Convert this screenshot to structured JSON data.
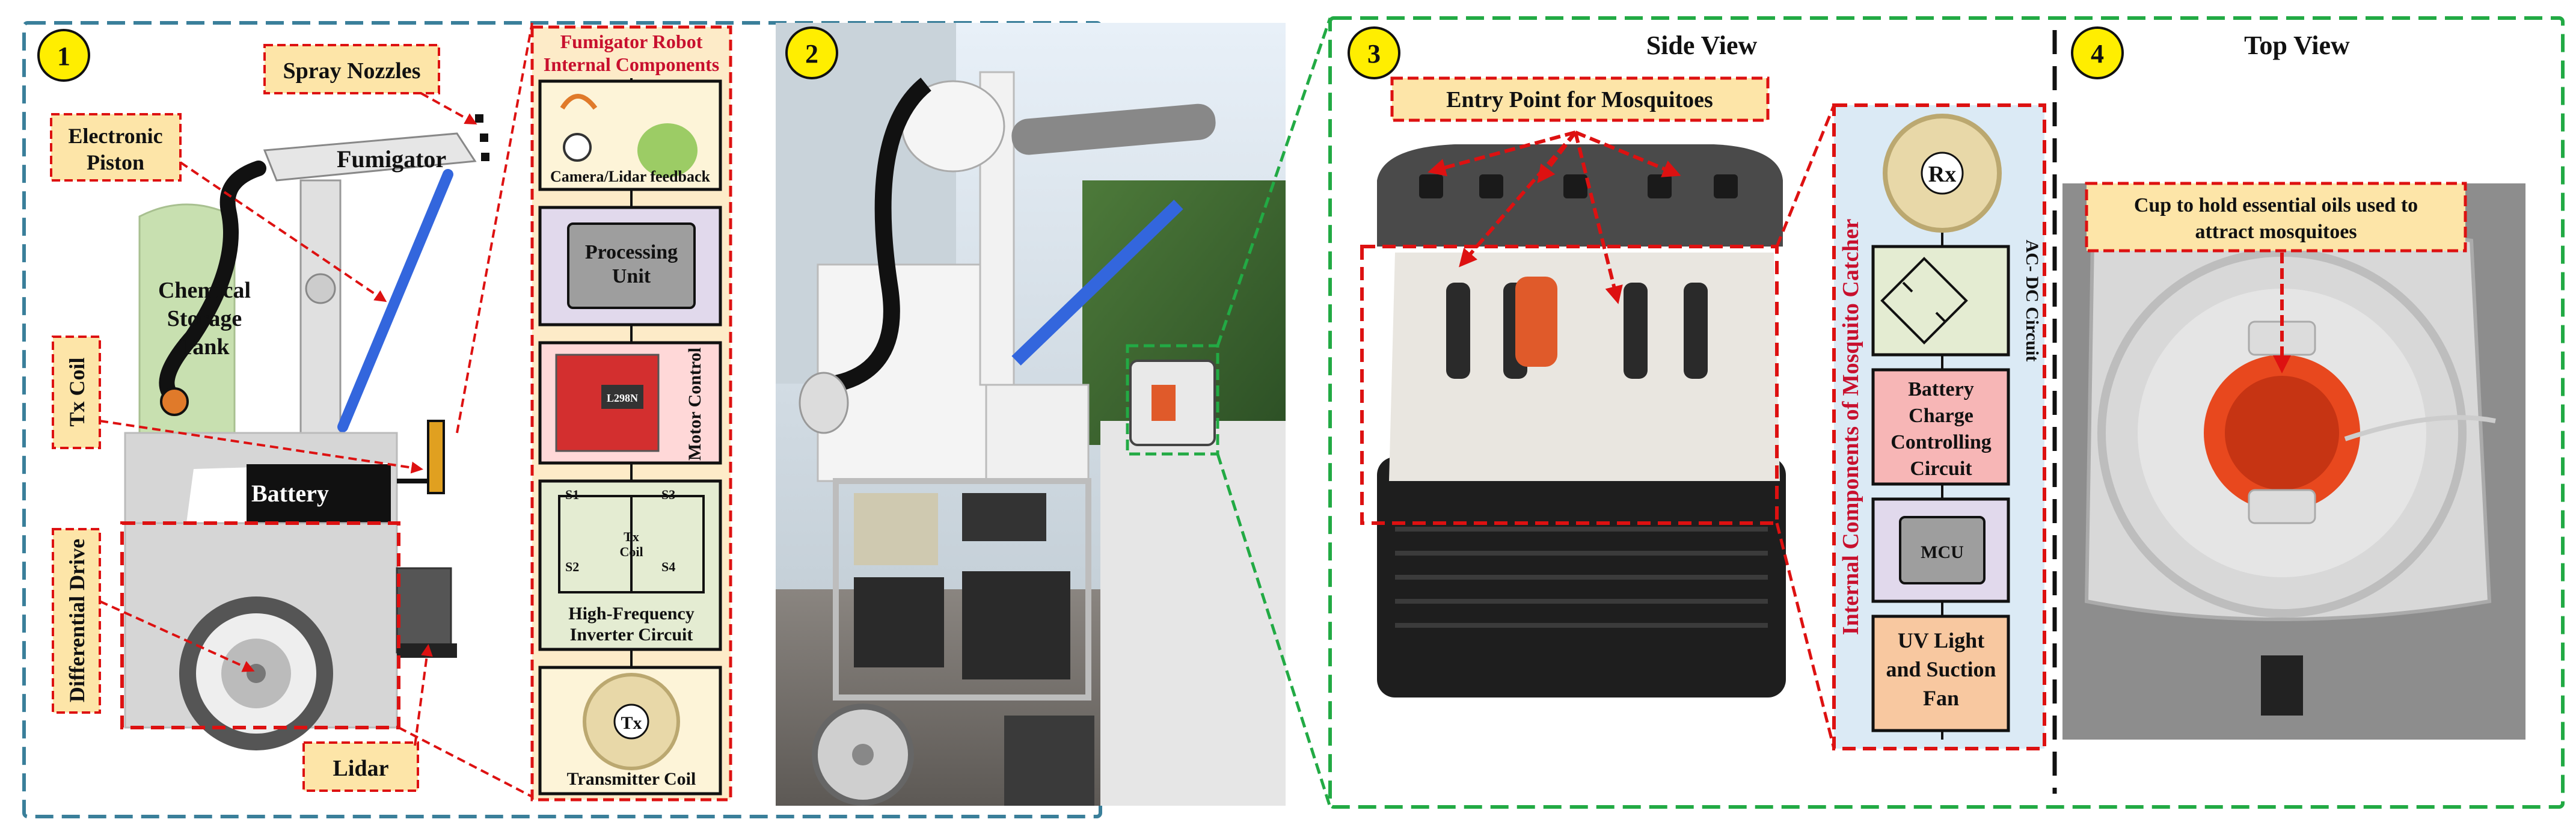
{
  "panel1": {
    "badge": "1",
    "labels": {
      "spray_nozzles": "Spray Nozzles",
      "electronic_piston_line1": "Electronic",
      "electronic_piston_line2": "Piston",
      "fumigator": "Fumigator",
      "chemical_line1": "Chemical",
      "chemical_line2": "Storage",
      "chemical_line3": "Tank",
      "tx_coil": "Tx Coil",
      "battery": "Battery",
      "differential_drive": "Differential Drive",
      "lidar": "Lidar"
    },
    "components_panel": {
      "title_line1": "Fumigator Robot",
      "title_line2": "Internal Components",
      "camera": "Camera/Lidar feedback",
      "processing_line1": "Processing",
      "processing_line2": "Unit",
      "motor_control": "Motor Control",
      "driver_chip": "L298N",
      "inverter_line1": "High-Frequency",
      "inverter_line2": "Inverter Circuit",
      "tx_coil_inner_line1": "Tx",
      "tx_coil_inner_line2": "Coil",
      "switch_labels": [
        "S1",
        "S3",
        "S2",
        "S4"
      ],
      "tx_disc": "Tx",
      "transmitter_coil": "Transmitter Coil"
    }
  },
  "panel2": {
    "badge": "2"
  },
  "panel3": {
    "badge": "3",
    "view_title": "Side View",
    "entry_point": "Entry Point for Mosquitoes",
    "internal_title": "Internal Components of Mosquito Catcher",
    "rx_disc": "Rx",
    "acdc": "AC- DC Circuit",
    "battery_line1": "Battery",
    "battery_line2": "Charge",
    "battery_line3": "Controlling",
    "battery_line4": "Circuit",
    "mcu": "MCU",
    "uv_line1": "UV Light",
    "uv_line2": "and Suction",
    "uv_line3": "Fan"
  },
  "panel4": {
    "badge": "4",
    "view_title": "Top View",
    "cup_line1": "Cup to hold essential oils used to",
    "cup_line2": "attract mosquitoes"
  },
  "colors": {
    "badge_fill": "#ffee00",
    "label_fill": "#fde5a8",
    "accent_red": "#dd1111",
    "frame_blue": "#3a7f9a",
    "frame_green": "#22aa44",
    "tank_green": "#c8e0b0",
    "piston_blue": "#3366dd",
    "panel_bg": "#fdebc8",
    "blue_panel_bg": "#dbeaf5"
  }
}
